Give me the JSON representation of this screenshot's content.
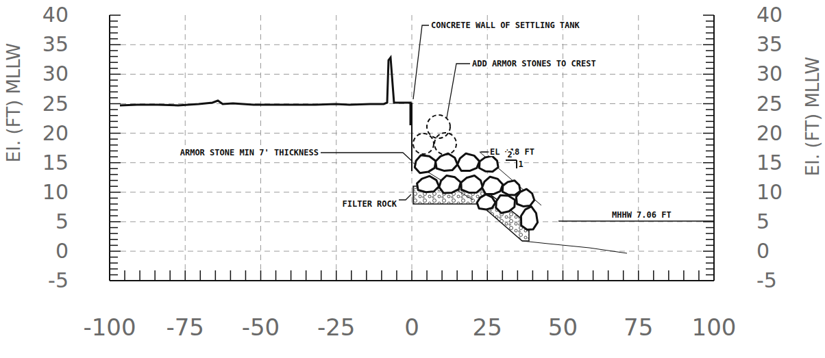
{
  "diagram": {
    "labels": [
      "40",
      "35",
      "30",
      "25",
      "20",
      "15",
      "10",
      "5",
      "0",
      "-5",
      "40",
      "35",
      "30",
      "25",
      "20",
      "15",
      "10",
      "5",
      "0",
      "-5",
      "EI. (FT) MLLW",
      "EI. (FT) MLLW",
      "-100",
      "-75",
      "-50",
      "-25",
      "0",
      "25",
      "50",
      "75",
      "100",
      "CONCRETE WALL OF SETTLING TANK",
      "ADD ARMOR STONES TO CREST",
      "ARMOR STONE MIN 7' THICKNESS",
      "EL +18 FT",
      "2",
      "1",
      "FILTER ROCK",
      "MHHW 7.06 FT"
    ]
  }
}
